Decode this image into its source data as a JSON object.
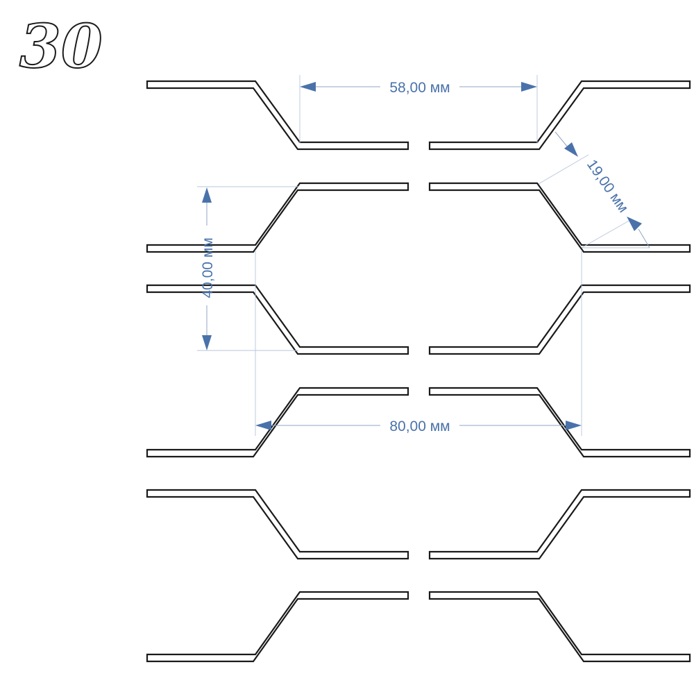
{
  "badge": {
    "number": "30"
  },
  "dimensions": {
    "top_width": "58,00 мм",
    "diagonal": "19,00 мм",
    "pitch": "40,00 мм",
    "bottom_width": "80,00 мм"
  },
  "colors": {
    "dimension": "#4a72aa",
    "outline": "#1a1a1a",
    "background": "#ffffff"
  }
}
